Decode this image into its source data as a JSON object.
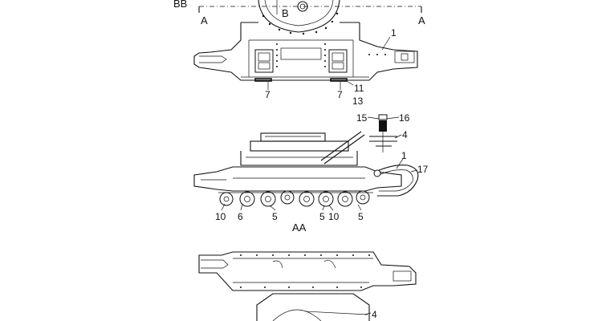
{
  "section_labels": {
    "top": "BB",
    "middle": "AA",
    "cut_left": "A",
    "cut_right": "A",
    "cut_b": "B"
  },
  "callouts": {
    "c1_top": "1",
    "c7_left": "7",
    "c7_right": "7",
    "c11": "11",
    "c13": "13",
    "c15": "15",
    "c16": "16",
    "c4_mid": "4",
    "c1_mid": "1",
    "c17": "17",
    "c10_left": "10",
    "c6": "6",
    "c5_left": "5",
    "c5_mid": "5",
    "c10_mid": "10",
    "c5_right": "5",
    "c4_bottom": "4"
  }
}
